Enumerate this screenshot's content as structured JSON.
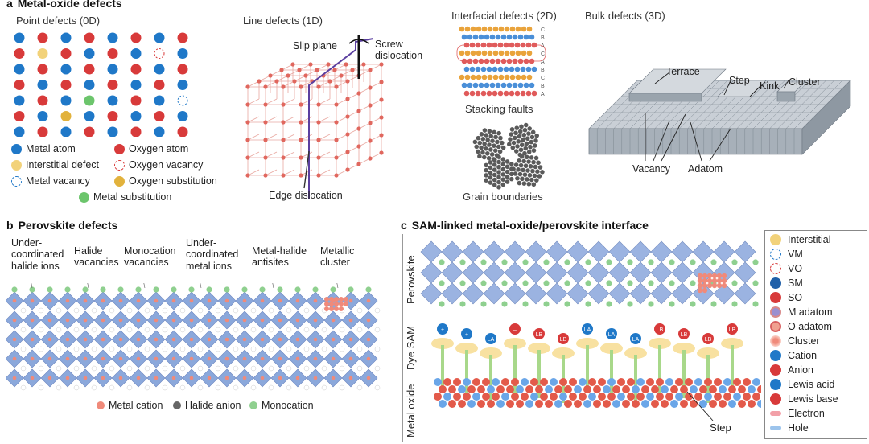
{
  "panel_a": {
    "letter": "a",
    "title": "Metal-oxide defects",
    "point": {
      "title": "Point defects (0D)",
      "legend": [
        {
          "label": "Metal atom",
          "color": "#1f78c8",
          "style": "fill"
        },
        {
          "label": "Oxygen atom",
          "color": "#d83a3a",
          "style": "fill"
        },
        {
          "label": "Interstitial defect",
          "color": "#f2d27a",
          "style": "fill"
        },
        {
          "label": "Oxygen vacancy",
          "color": "#d83a3a",
          "style": "dashed"
        },
        {
          "label": "Metal vacancy",
          "color": "#1f78c8",
          "style": "dashed"
        },
        {
          "label": "Oxygen substitution",
          "color": "#e2b23c",
          "style": "fill"
        },
        {
          "label": "Metal substitution",
          "color": "#6cc56c",
          "style": "fill"
        }
      ]
    },
    "line": {
      "title": "Line defects (1D)",
      "slip_plane": "Slip plane",
      "screw": "Screw dislocation",
      "edge": "Edge dislocation"
    },
    "interfacial": {
      "title": "Interfacial defects (2D)",
      "stacking": "Stacking faults",
      "grain": "Grain boundaries",
      "layer_letters": [
        "C",
        "B",
        "A",
        "C",
        "A",
        "B",
        "C",
        "B",
        "A"
      ]
    },
    "bulk": {
      "title": "Bulk defects (3D)",
      "terrace": "Terrace",
      "step": "Step",
      "kink": "Kink",
      "cluster": "Cluster",
      "vacancy": "Vacancy",
      "adatom": "Adatom"
    }
  },
  "panel_b": {
    "letter": "b",
    "title": "Perovskite defects",
    "labels": [
      "Under-\ncoordinated\nhalide ions",
      "Halide\nvacancies",
      "Monocation\nvacancies",
      "Under-\ncoordinated\nmetal ions",
      "Metal-halide\nantisites",
      "Metallic\ncluster"
    ],
    "legend": [
      {
        "label": "Metal cation",
        "color": "#f08a7a"
      },
      {
        "label": "Halide anion",
        "color": "#666666"
      },
      {
        "label": "Monocation",
        "color": "#8fd08f"
      }
    ]
  },
  "panel_c": {
    "letter": "c",
    "title": "SAM-linked metal-oxide/perovskite interface",
    "side_labels": [
      "Perovskite",
      "Dye SAM",
      "Metal oxide"
    ],
    "step": "Step",
    "legend": [
      {
        "label": "Interstitial",
        "icon": "interstitial"
      },
      {
        "label": "VM",
        "icon": "vm"
      },
      {
        "label": "VO",
        "icon": "vo"
      },
      {
        "label": "SM",
        "icon": "sm"
      },
      {
        "label": "SO",
        "icon": "so"
      },
      {
        "label": "M adatom",
        "icon": "madatom"
      },
      {
        "label": "O adatom",
        "icon": "oadatom"
      },
      {
        "label": "Cluster",
        "icon": "cluster"
      },
      {
        "label": "Cation",
        "icon": "cation"
      },
      {
        "label": "Anion",
        "icon": "anion"
      },
      {
        "label": "Lewis acid",
        "icon": "lewisacid"
      },
      {
        "label": "Lewis base",
        "icon": "lewisbase"
      },
      {
        "label": "Electron",
        "icon": "electron"
      },
      {
        "label": "Hole",
        "icon": "hole"
      }
    ]
  }
}
